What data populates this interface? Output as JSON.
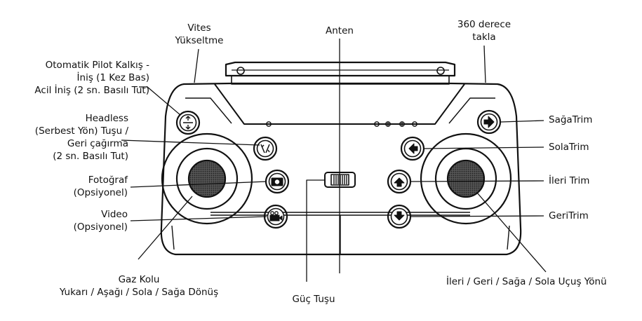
{
  "labels": {
    "vites": [
      "Vites",
      "Yükseltme"
    ],
    "anten": "Anten",
    "takla": [
      "360 derece",
      "takla"
    ],
    "otomatik": [
      "Otomatik Pilot Kalkış -",
      "İniş (1 Kez Bas)",
      "Acil İniş (2 sn. Basılı Tut)"
    ],
    "headless": [
      "Headless",
      "(Serbest Yön) Tuşu /",
      "Geri çağırma",
      "(2 sn. Basılı Tut)"
    ],
    "fotograf": [
      "Fotoğraf",
      "(Opsiyonel)"
    ],
    "video": [
      "Video",
      "(Opsiyonel)"
    ],
    "gaz": [
      "Gaz Kolu",
      "Yukarı / Aşağı / Sola / Sağa Dönüş"
    ],
    "guc": "Güç Tuşu",
    "ucus": "İleri / Geri / Sağa / Sola Uçuş Yönü",
    "sagatrim": "SağaTrim",
    "solatrim": "SolaTrim",
    "ileritrim": "İleri Trim",
    "geritrim": "GeriTrim"
  },
  "icons": {
    "takeoff_button": "takeoff-landing-icon",
    "headless_button": "headless-return-icon",
    "photo_button": "camera-icon",
    "video_button": "video-camera-icon",
    "right_trim": "arrow-right-icon",
    "left_trim": "arrow-left-icon",
    "forward_trim": "arrow-up-icon",
    "backward_trim": "arrow-down-icon",
    "power_switch": "power-switch-icon"
  }
}
